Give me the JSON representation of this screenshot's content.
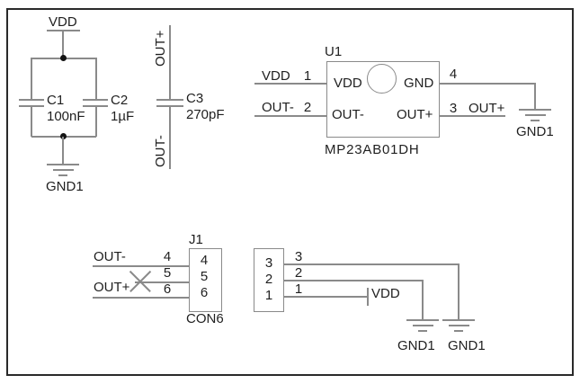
{
  "colors": {
    "background": "#ffffff",
    "wire": "#8a8a8a",
    "text": "#1f1f1f",
    "border": "#2a2a2a"
  },
  "schematic": {
    "decoupling": {
      "power_label": "VDD",
      "ground_label": "GND1",
      "c1_ref": "C1",
      "c1_value": "100nF",
      "c2_ref": "C2",
      "c2_value": "1µF"
    },
    "coupling_cap": {
      "ref": "C3",
      "value": "270pF",
      "net_top": "OUT+",
      "net_bottom": "OUT-"
    },
    "mic": {
      "ref": "U1",
      "part": "MP23AB01DH",
      "pin1_num": "1",
      "pin1_net": "VDD",
      "pin1_name": "VDD",
      "pin2_num": "2",
      "pin2_net": "OUT-",
      "pin2_name": "OUT-",
      "pin3_num": "3",
      "pin3_net": "OUT+",
      "pin3_name": "OUT+",
      "pin4_num": "4",
      "pin4_name": "GND",
      "ground_label": "GND1"
    },
    "connector": {
      "ref": "J1",
      "part": "CON6",
      "left": {
        "net4": "OUT-",
        "net6": "OUT+",
        "pin4": "4",
        "pin5": "5",
        "pin6": "6"
      },
      "right": {
        "pin1": "1",
        "pin2": "2",
        "pin3": "3",
        "power_label": "VDD",
        "ground_label_a": "GND1",
        "ground_label_b": "GND1"
      }
    }
  }
}
